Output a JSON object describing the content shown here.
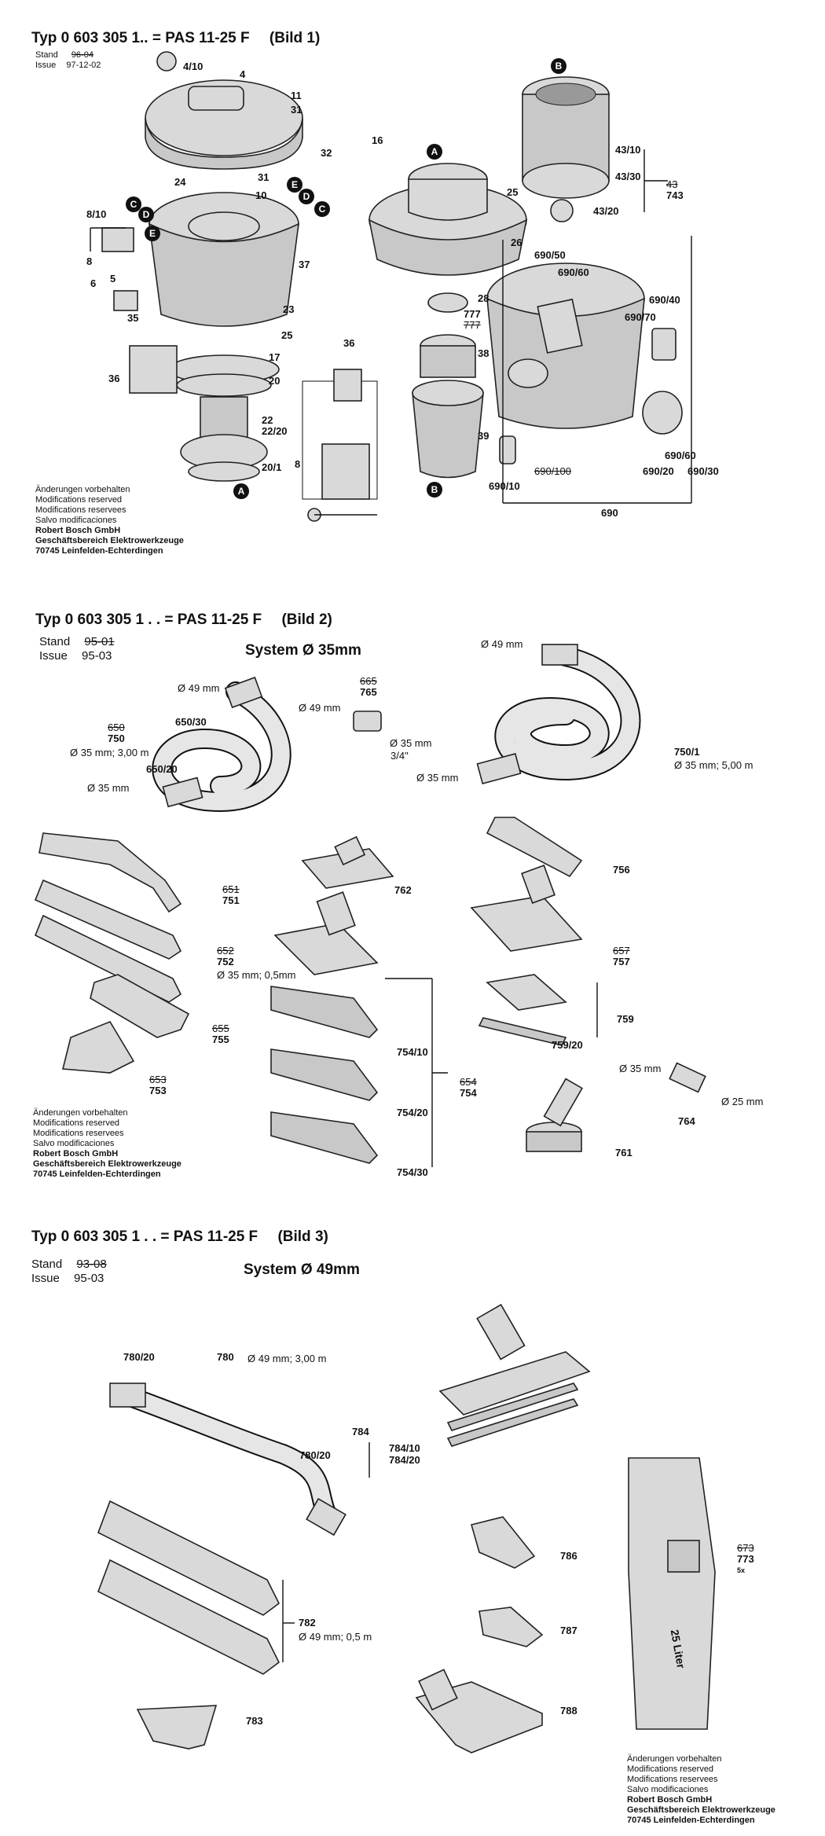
{
  "sheet1": {
    "title_prefix": "Typ",
    "title_main": "0 603 305 1.. = PAS 11-25 F",
    "title_bild": "(Bild 1)",
    "stand_label": "Stand",
    "stand_value": "96-04",
    "issue_label": "Issue",
    "issue_value": "97-12-02",
    "labels": [
      "4/10",
      "4",
      "11",
      "31",
      "32",
      "24",
      "31",
      "16",
      "10",
      "8/10",
      "8",
      "6",
      "5",
      "35",
      "36",
      "37",
      "23",
      "25",
      "17",
      "20",
      "22",
      "22/20",
      "20/1",
      "25",
      "26",
      "28",
      "777",
      "38",
      "39",
      "36",
      "8",
      "43/10",
      "43/30",
      "43/20",
      "743",
      "690/50",
      "690/60",
      "690/40",
      "690/70",
      "690/60",
      "690/20",
      "690/30",
      "690/10",
      "690/100",
      "690"
    ],
    "strike_labels": [
      "43",
      "777",
      "690/100"
    ],
    "markers": [
      "A",
      "A",
      "B",
      "B",
      "C",
      "C",
      "D",
      "D",
      "E",
      "E"
    ],
    "footer": [
      "Änderungen vorbehalten",
      "Modifications reserved",
      "Modifications reservees",
      "Salvo modificaciones",
      "Robert Bosch GmbH",
      "Geschäftsbereich Elektrowerkzeuge",
      "70745 Leinfelden-Echterdingen"
    ]
  },
  "sheet2": {
    "title_prefix": "Typ",
    "title_main": "0 603 305 1 . . = PAS 11-25 F",
    "title_bild": "(Bild 2)",
    "stand_label": "Stand",
    "stand_value": "95-01",
    "issue_label": "Issue",
    "issue_value": "95-03",
    "system": "System Ø 35mm",
    "dims": {
      "d49_a": "Ø 49 mm",
      "d49_b": "Ø 49 mm",
      "d49_c": "Ø 49 mm",
      "d35_a": "Ø 35 mm",
      "d35_b": "Ø 35 mm",
      "d35_c": "Ø 35 mm",
      "d35_d": "Ø 35 mm",
      "h750": "Ø 35 mm; 3,00 m",
      "h750_1": "Ø 35 mm; 5,00 m",
      "thread": "3/4\"",
      "tube752": "Ø 35 mm; 0,5mm",
      "d25": "Ø 25 mm"
    },
    "parts": {
      "p650_30": "650/30",
      "p650_20": "650/20",
      "p650_old": "650",
      "p750": "750",
      "p765_old": "665",
      "p765": "765",
      "p750_1": "750/1",
      "p751_old": "651",
      "p751": "751",
      "p752_old": "652",
      "p752": "752",
      "p755_old": "655",
      "p755": "755",
      "p753_old": "653",
      "p753": "753",
      "p762": "762",
      "p756": "756",
      "p757_old": "657",
      "p757": "757",
      "p759": "759",
      "p759_20": "759/20",
      "p754_10": "754/10",
      "p754_20": "754/20",
      "p754_30": "754/30",
      "p754_old": "654",
      "p754": "754",
      "p764": "764",
      "p761": "761"
    },
    "footer": [
      "Änderungen vorbehalten",
      "Modifications reserved",
      "Modifications reservees",
      "Salvo modificaciones",
      "Robert Bosch GmbH",
      "Geschäftsbereich Elektrowerkzeuge",
      "70745 Leinfelden-Echterdingen"
    ]
  },
  "sheet3": {
    "title_prefix": "Typ",
    "title_main": "0 603 305 1 . . = PAS 11-25 F",
    "title_bild": "(Bild 3)",
    "stand_label": "Stand",
    "stand_value": "93-08",
    "issue_label": "Issue",
    "issue_value": "95-03",
    "system": "System Ø 49mm",
    "parts": {
      "p780_20a": "780/20",
      "p780": "780",
      "h780": "Ø 49 mm; 3,00 m",
      "p780_20b": "780/20",
      "p784": "784",
      "p784_10": "784/10",
      "p784_20": "784/20",
      "p786": "786",
      "p787": "787",
      "p782": "782",
      "h782": "Ø 49 mm; 0,5 m",
      "p783": "783",
      "p788": "788",
      "p773_old": "673",
      "p773": "773",
      "p773_qty": "5x",
      "bag_text": "25 Liter"
    },
    "footer": [
      "Änderungen vorbehalten",
      "Modifications reserved",
      "Modifications reservees",
      "Salvo modificaciones",
      "Robert Bosch GmbH",
      "Geschäftsbereich Elektrowerkzeuge",
      "70745 Leinfelden-Echterdingen"
    ]
  }
}
